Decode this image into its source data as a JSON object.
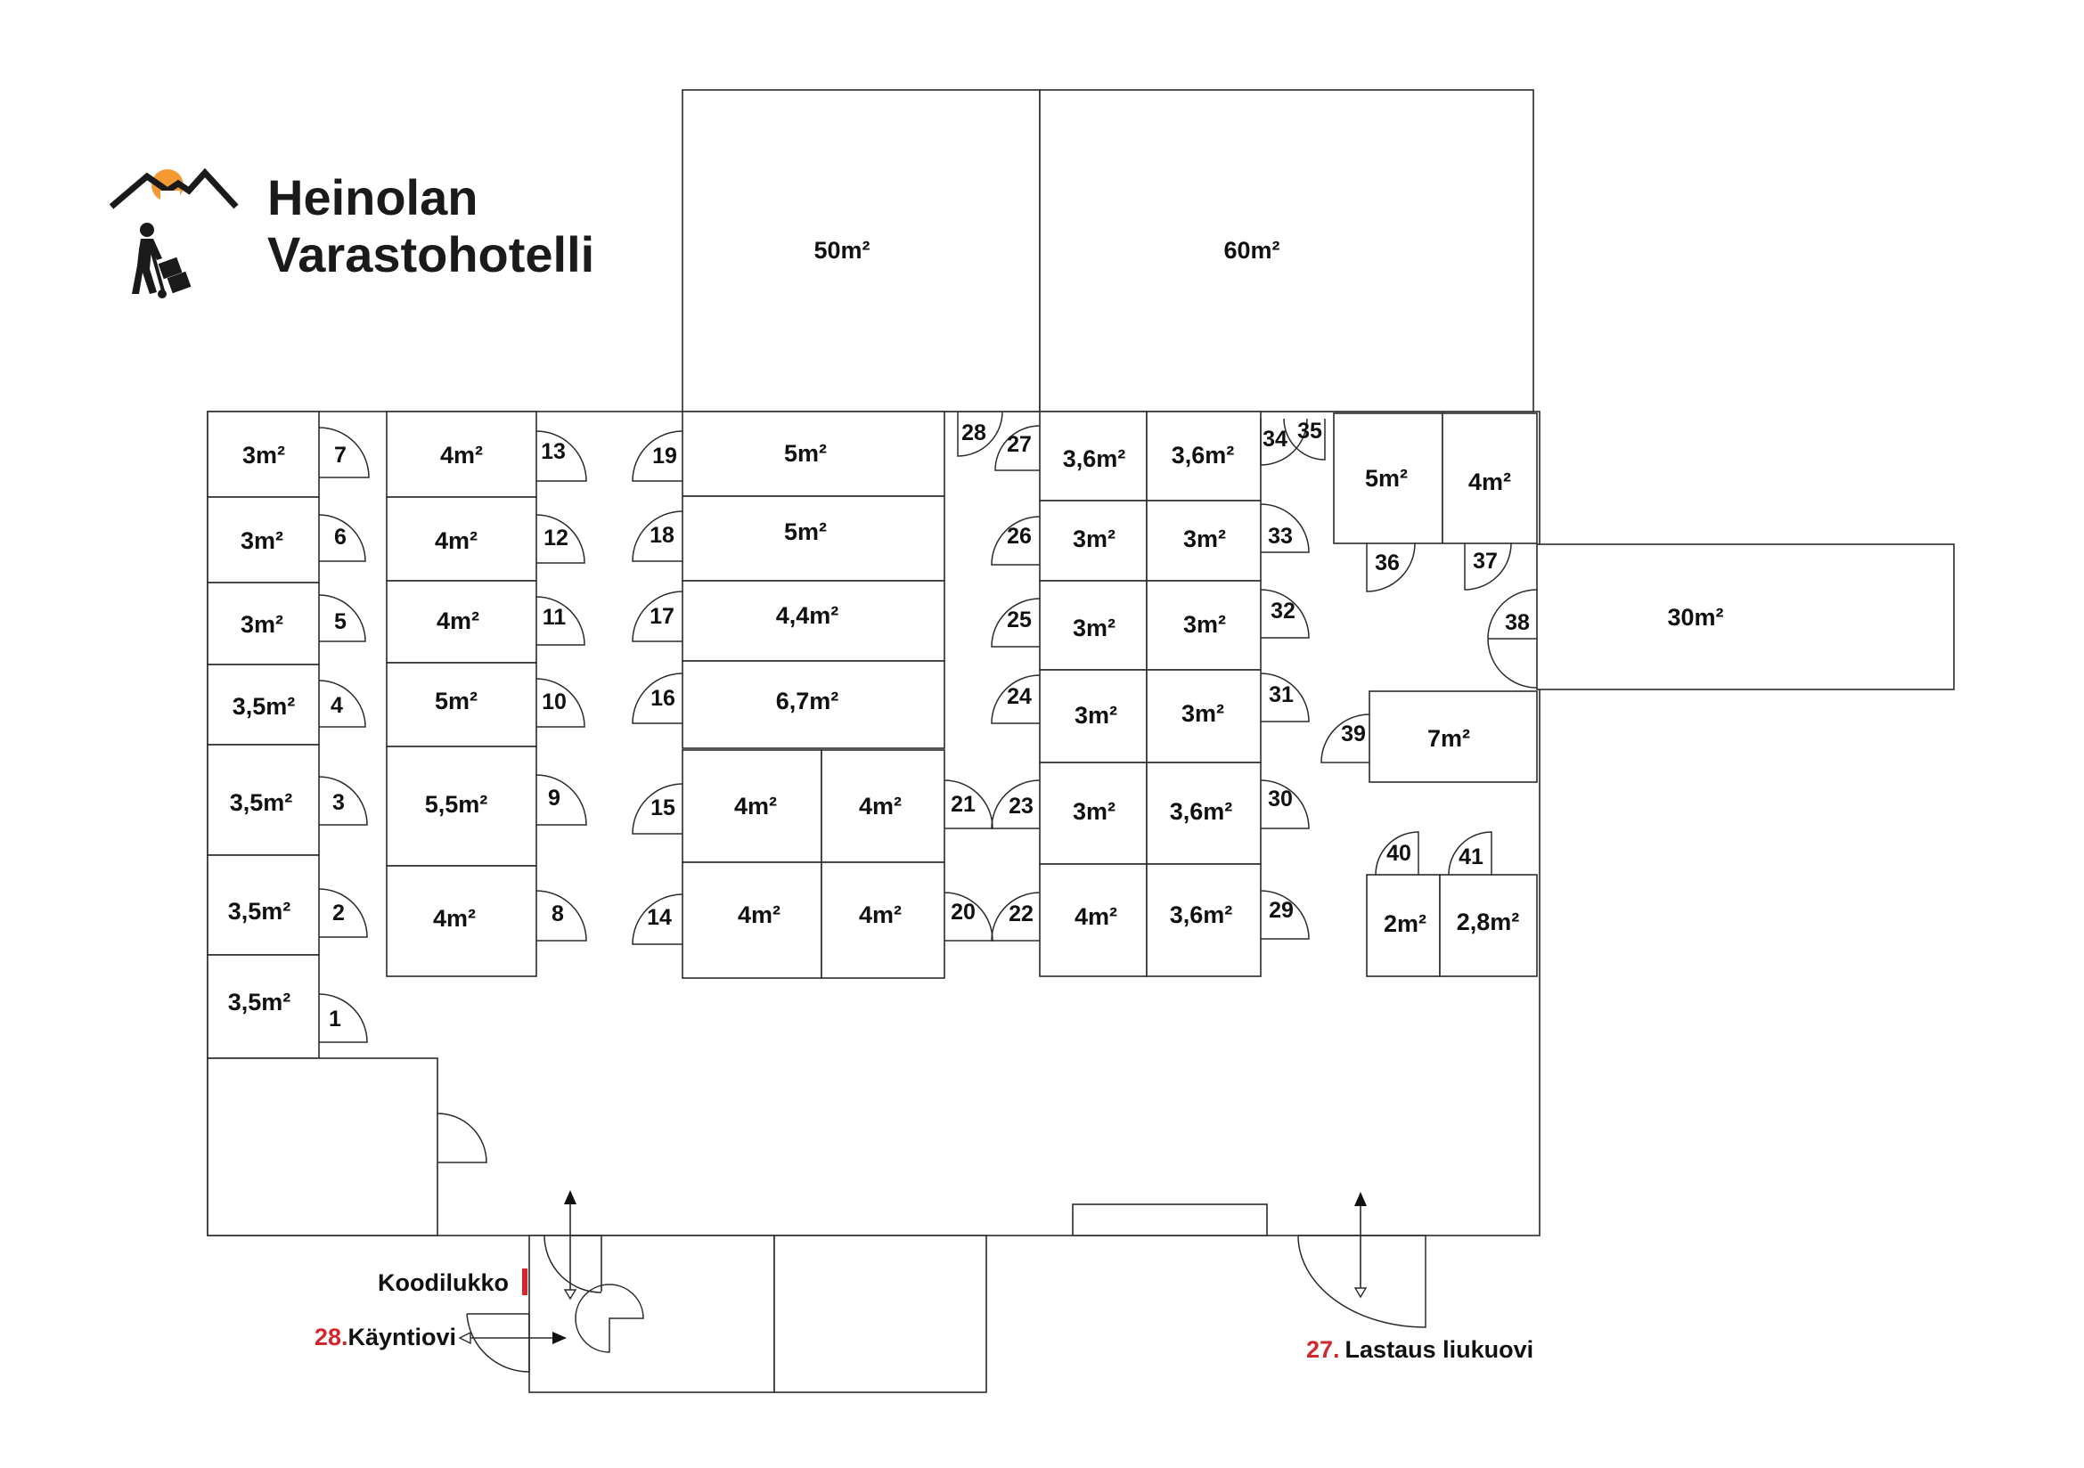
{
  "brand": {
    "line1": "Heinolan",
    "line2": "Varastohotelli",
    "icon": "house-roof-mover-icon",
    "accent": "#f39a32"
  },
  "colors": {
    "lines": "#2b2b2b",
    "highlight": "#d0282e"
  },
  "rooms": {
    "big_left": "50m²",
    "big_right": "60m²",
    "east_wing": "30m²",
    "c1": [
      "3m²",
      "3m²",
      "3m²",
      "3,5m²",
      "3,5m²",
      "3,5m²",
      "3,5m²"
    ],
    "c2": [
      "4m²",
      "4m²",
      "4m²",
      "5m²",
      "5,5m²",
      "4m²"
    ],
    "c3": [
      "5m²",
      "5m²",
      "4,4m²",
      "6,7m²"
    ],
    "c3_grid": [
      "4m²",
      "4m²",
      "4m²",
      "4m²"
    ],
    "c4_left": [
      "3,6m²",
      "3m²",
      "3m²",
      "3m²",
      "3m²",
      "4m²"
    ],
    "c4_right": [
      "3,6m²",
      "3m²",
      "3m²",
      "3m²",
      "3,6m²",
      "3,6m²"
    ],
    "ne_pair": [
      "5m²",
      "4m²"
    ],
    "mid_right": "7m²",
    "small_pair": [
      "2m²",
      "2,8m²"
    ]
  },
  "units": {
    "n1": "1",
    "n2": "2",
    "n3": "3",
    "n4": "4",
    "n5": "5",
    "n6": "6",
    "n7": "7",
    "n8": "8",
    "n9": "9",
    "n10": "10",
    "n11": "11",
    "n12": "12",
    "n13": "13",
    "n14": "14",
    "n15": "15",
    "n16": "16",
    "n17": "17",
    "n18": "18",
    "n19": "19",
    "n20": "20",
    "n21": "21",
    "n22": "22",
    "n23": "23",
    "n24": "24",
    "n25": "25",
    "n26": "26",
    "n27": "27",
    "n28": "28",
    "n29": "29",
    "n30": "30",
    "n31": "31",
    "n32": "32",
    "n33": "33",
    "n34": "34",
    "n35": "35",
    "n36": "36",
    "n37": "37",
    "n38": "38",
    "n39": "39",
    "n40": "40",
    "n41": "41"
  },
  "entrances": {
    "code_lock": "Koodilukko",
    "walk_door_num": "28.",
    "walk_door": "Käyntiovi",
    "loading_num": "27.",
    "loading": "Lastaus liukuovi"
  }
}
